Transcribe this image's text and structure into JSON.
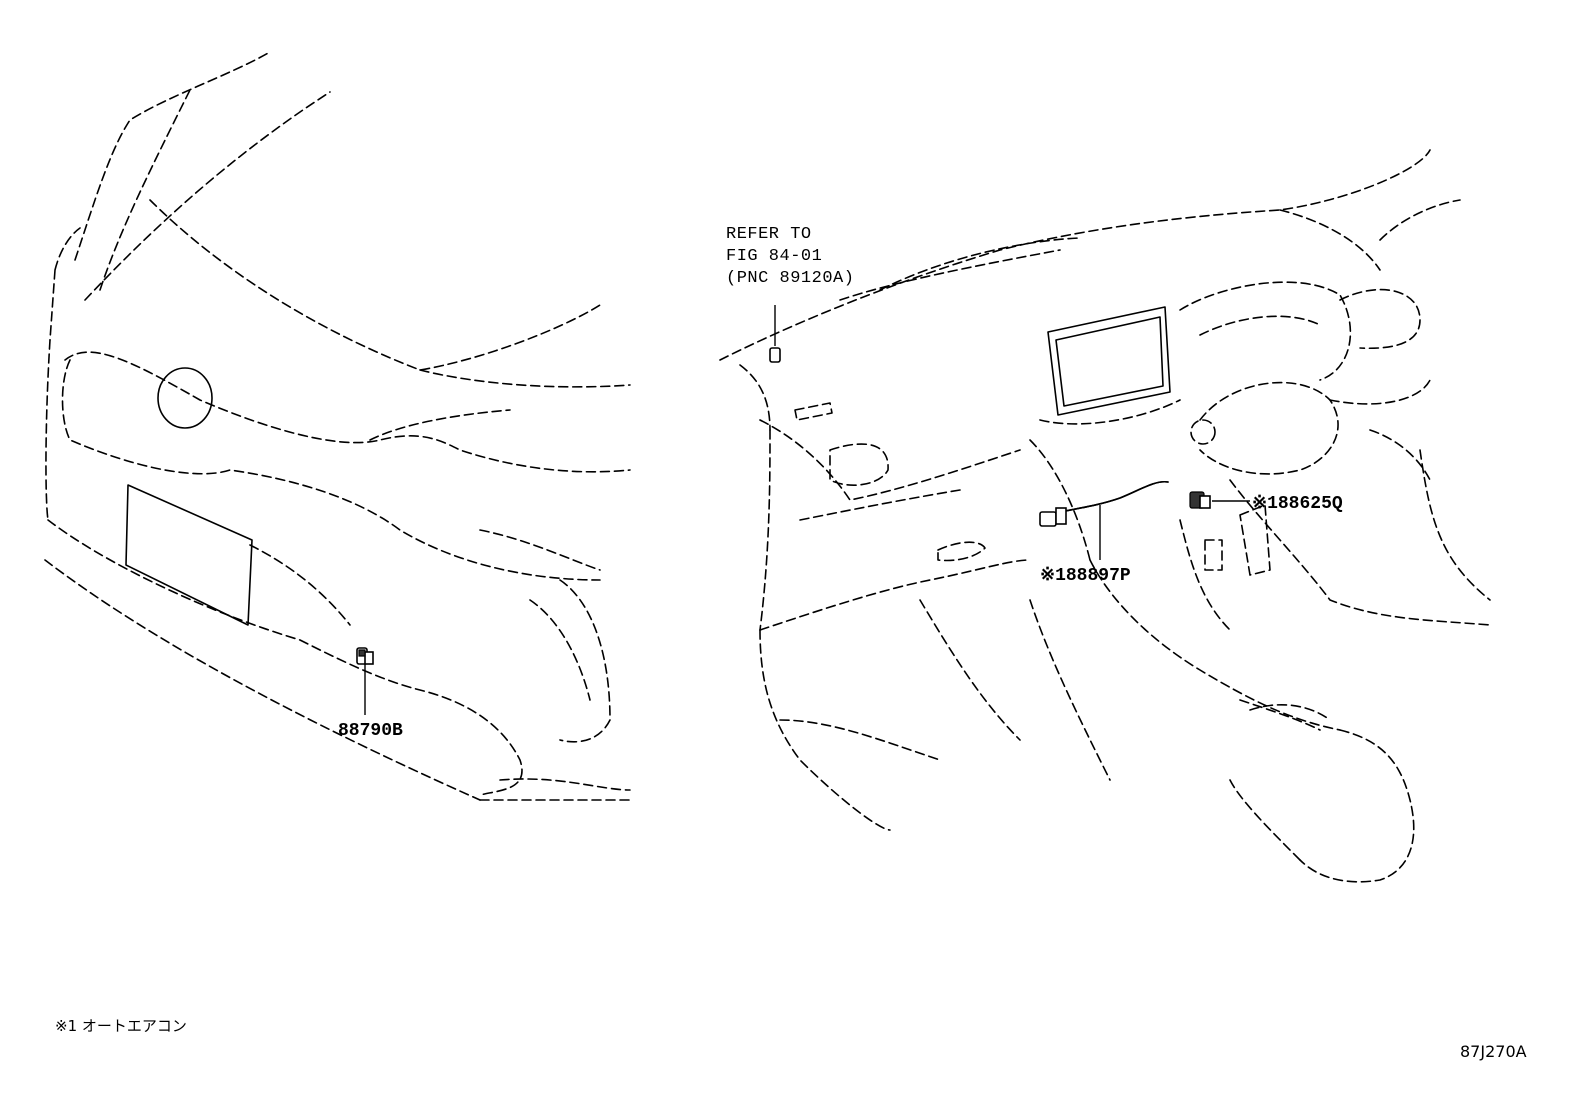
{
  "callouts": {
    "part_front_sensor": "88790B",
    "part_hose": "※188897P",
    "part_cabin_sensor": "※188625Q"
  },
  "reference": {
    "line1": "REFER TO",
    "line2": "FIG 84-01",
    "line3": "(PNC 89120A)"
  },
  "footnote": "※1 オートエアコン",
  "figure_id": "87J270A"
}
